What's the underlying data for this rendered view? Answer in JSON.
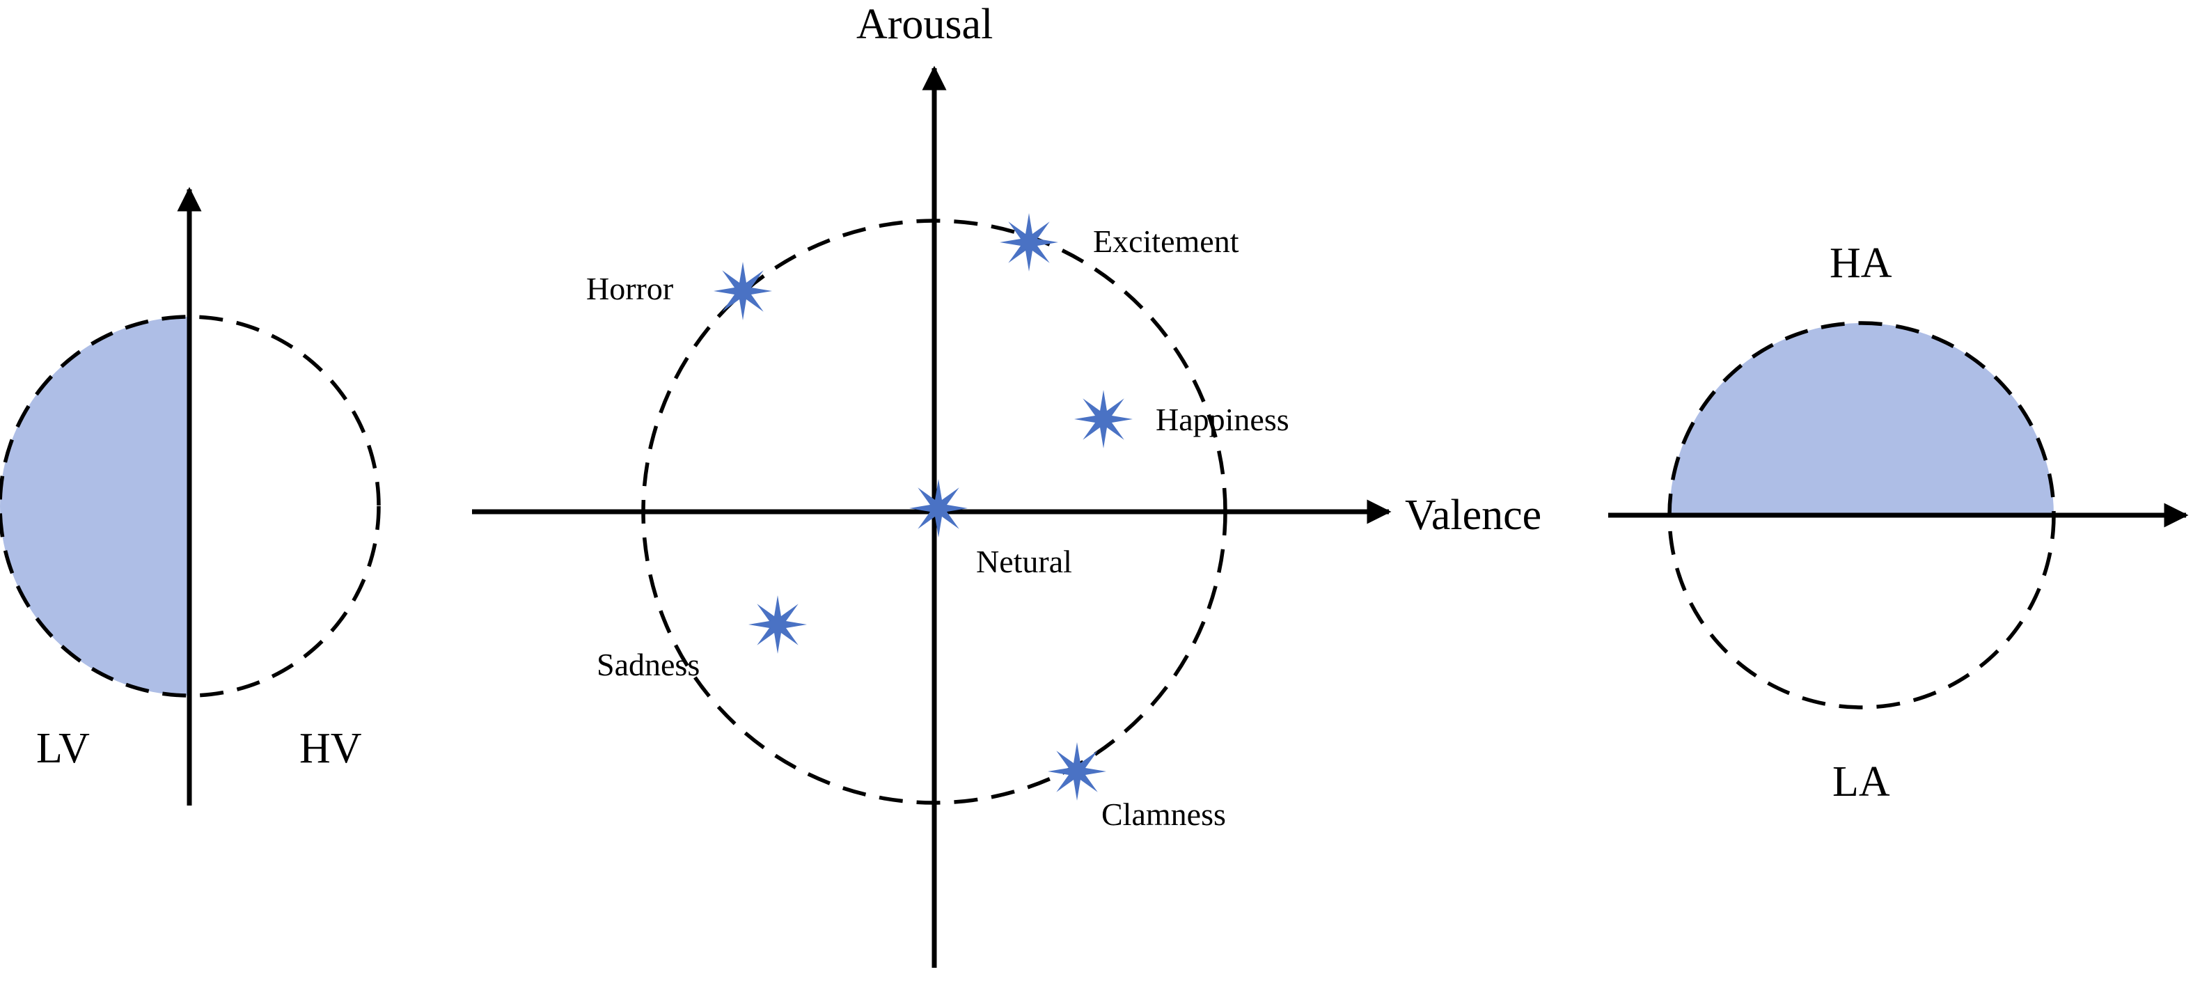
{
  "colors": {
    "fill": "#aebee6",
    "star": "#4a72c4",
    "line": "#000000"
  },
  "left_panel": {
    "low_label": "LV",
    "high_label": "HV"
  },
  "center_panel": {
    "y_axis_label": "Arousal",
    "x_axis_label": "Valence",
    "emotions": [
      {
        "name": "Excitement",
        "icon": "star-icon"
      },
      {
        "name": "Horror",
        "icon": "star-icon"
      },
      {
        "name": "Happiness",
        "icon": "star-icon"
      },
      {
        "name": "Netural",
        "icon": "star-icon"
      },
      {
        "name": "Sadness",
        "icon": "star-icon"
      },
      {
        "name": "Clamness",
        "icon": "star-icon"
      }
    ]
  },
  "right_panel": {
    "high_label": "HA",
    "low_label": "LA"
  }
}
